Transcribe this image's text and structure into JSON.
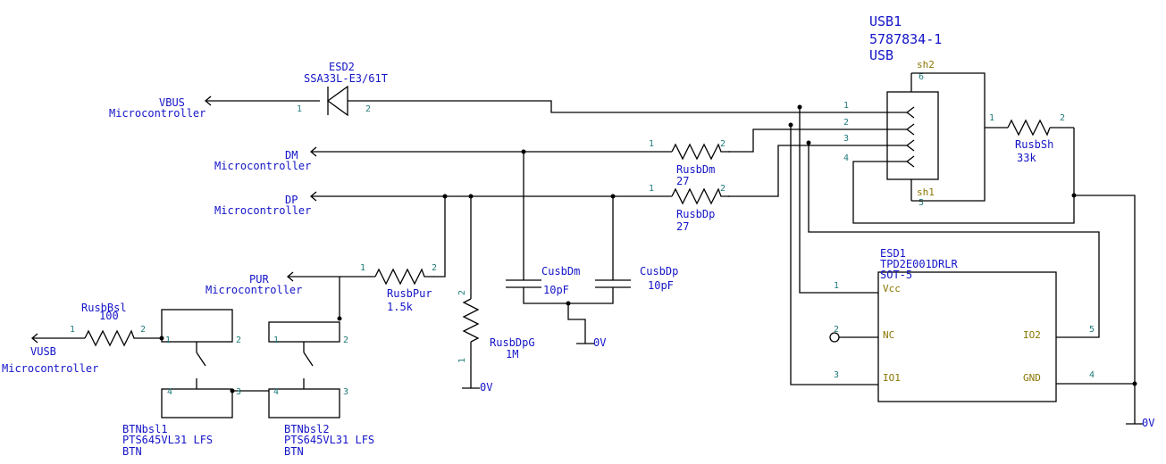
{
  "usb": {
    "ref": "USB1",
    "part": "5787834-1",
    "kind": "USB",
    "sh2": "sh2",
    "sh1": "sh1",
    "pin6": "6",
    "pin5": "5",
    "pins": [
      "1",
      "2",
      "3",
      "4"
    ]
  },
  "esd2": {
    "ref": "ESD2",
    "part": "SSA33L-E3/61T",
    "pin1": "1",
    "pin2": "2"
  },
  "nets": {
    "vbus": "VBUS",
    "dm": "DM",
    "dp": "DP",
    "pur": "PUR",
    "vusb": "VUSB",
    "mcu": "Microcontroller",
    "gnd": "0V"
  },
  "resistors": {
    "rdm": {
      "ref": "RusbDm",
      "value": "27",
      "pin1": "1",
      "pin2": "2"
    },
    "rdp": {
      "ref": "RusbDp",
      "value": "27",
      "pin1": "1",
      "pin2": "2"
    },
    "rsh": {
      "ref": "RusbSh",
      "value": "33k",
      "pin1": "1",
      "pin2": "2"
    },
    "rpur": {
      "ref": "RusbPur",
      "value": "1.5k",
      "pin1": "1",
      "pin2": "2"
    },
    "rdpg": {
      "ref": "RusbDpG",
      "value": "1M",
      "pin1": "1",
      "pin2": "2"
    },
    "rbsl": {
      "ref": "RusbBsl",
      "value": "100",
      "pin1": "1",
      "pin2": "2"
    }
  },
  "caps": {
    "cdm": {
      "ref": "CusbDm",
      "value": "10pF"
    },
    "cdp": {
      "ref": "CusbDp",
      "value": "10pF"
    }
  },
  "esd1": {
    "ref": "ESD1",
    "part": "TPD2E001DRLR",
    "package": "SOT-5",
    "pins": {
      "vcc": {
        "num": "1",
        "name": "Vcc"
      },
      "nc": {
        "num": "2",
        "name": "NC"
      },
      "io1": {
        "num": "3",
        "name": "IO1"
      },
      "gnd": {
        "num": "4",
        "name": "GND"
      },
      "io2": {
        "num": "5",
        "name": "IO2"
      }
    }
  },
  "buttons": {
    "b1": {
      "ref": "BTNbsl1",
      "part": "PTS645VL31 LFS",
      "kind": "BTN",
      "p1": "1",
      "p2": "2",
      "p3": "3",
      "p4": "4"
    },
    "b2": {
      "ref": "BTNbsl2",
      "part": "PTS645VL31 LFS",
      "kind": "BTN",
      "p1": "1",
      "p2": "2",
      "p3": "3",
      "p4": "4"
    }
  }
}
